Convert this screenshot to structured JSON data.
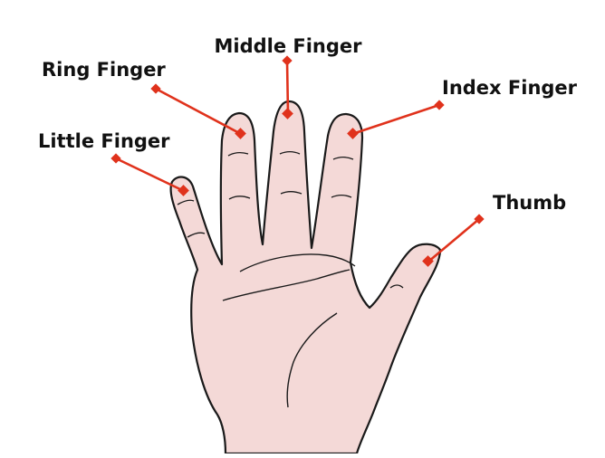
{
  "colors": {
    "skin": "#f4d9d7",
    "outline": "#1a1a1a",
    "pointer": "#e0321c",
    "label": "#111111"
  },
  "labels": {
    "middle": "Middle Finger",
    "ring": "Ring Finger",
    "index": "Index Finger",
    "little": "Little Finger",
    "thumb": "Thumb"
  }
}
